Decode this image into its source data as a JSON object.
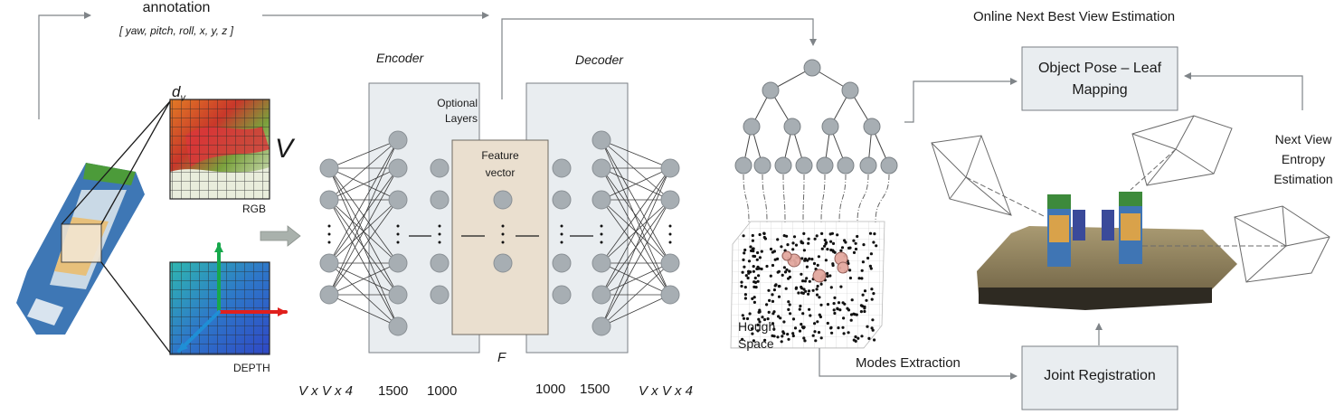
{
  "annotation": {
    "title": "annotation",
    "params": "[ yaw, pitch, roll, x, y, z ]"
  },
  "patch": {
    "dv_label": "d",
    "dv_sub": "v",
    "v_label": "V",
    "rgb_label": "RGB",
    "depth_label": "DEPTH"
  },
  "network": {
    "encoder_label": "Encoder",
    "decoder_label": "Decoder",
    "optional_layers": "Optional\nLayers",
    "feature_vector": "Feature\nvector",
    "f_label": "F",
    "layer_sizes": [
      "V x V x 4",
      "1500",
      "1000",
      "1000",
      "1500",
      "V x V x 4"
    ]
  },
  "hough": {
    "space_label": "Hough\nSpace",
    "modes_extraction": "Modes Extraction"
  },
  "nbv": {
    "title": "Online Next Best View Estimation",
    "pose_leaf_mapping": "Object Pose – Leaf\nMapping",
    "next_view_entropy": "Next View\nEntropy\nEstimation",
    "joint_registration": "Joint Registration"
  },
  "colors": {
    "node_fill": "#a7aeb3",
    "box_fill": "#e9edf0",
    "feature_fill": "#eadfcf",
    "arrow": "#7f8488",
    "axis_green": "#17a84c",
    "axis_red": "#e0201d",
    "axis_blue": "#1f8fd6"
  }
}
